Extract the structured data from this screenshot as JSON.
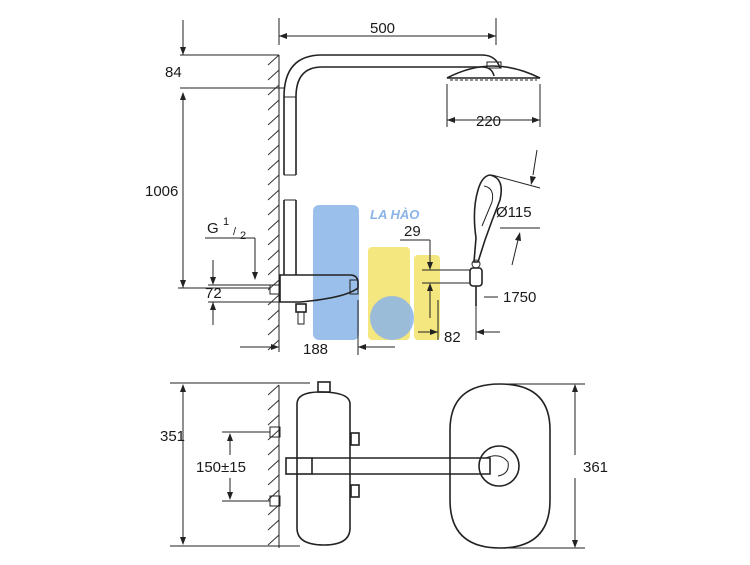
{
  "top_view": {
    "dim_width": "500",
    "dim_top_offset": "84",
    "dim_head_diameter": "220",
    "dim_height": "1006",
    "thread_label_g": "G",
    "thread_num": "1",
    "thread_den": "2",
    "dim_thermo_height": "72",
    "dim_thermo_depth": "188",
    "dim_hand_diameter": "Ø115",
    "dim_hand_offset": "29",
    "dim_hand_height": "1750",
    "dim_holder_depth": "82"
  },
  "bottom_view": {
    "dim_plate_height": "351",
    "dim_inlet_spacing": "150±15",
    "dim_oval_height": "361"
  },
  "watermark": {
    "text": "LA HÀO",
    "colors": {
      "blue": "#8ab4e8",
      "yellow": "#f3e36a"
    }
  }
}
